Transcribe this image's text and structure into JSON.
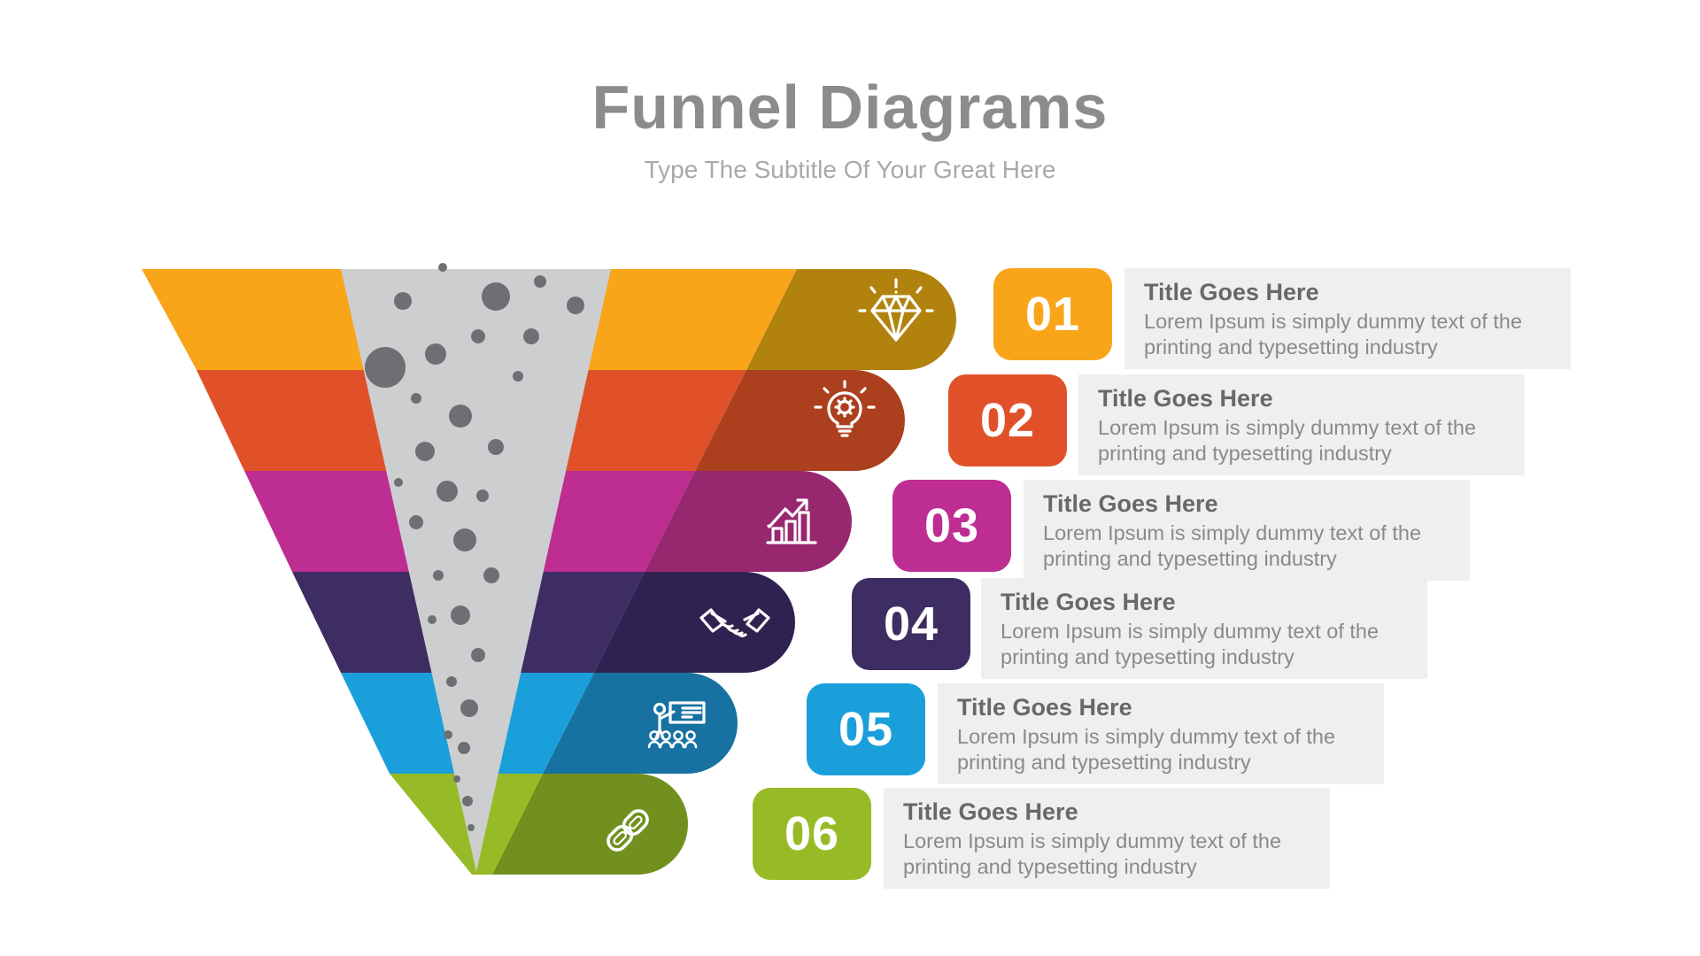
{
  "header": {
    "title": "Funnel Diagrams",
    "subtitle": "Type The Subtitle Of Your Great Here"
  },
  "colors": {
    "background": "#ffffff",
    "funnel_channel": "#cdced0",
    "bubble": "#6e6f72",
    "text_block_bg": "#efefef",
    "title_text": "#8a8c8e",
    "subtitle_text": "#a9a9a9",
    "item_title_text": "#686868",
    "item_body_text": "#8a8a8a",
    "icon_stroke": "#ffffff"
  },
  "items": [
    {
      "number": "01",
      "title": "Title Goes Here",
      "body": "Lorem Ipsum is simply dummy text of the printing and typesetting industry",
      "color": "#f9a51a",
      "dark_color": "#b1820d",
      "icon": "diamond-icon"
    },
    {
      "number": "02",
      "title": "Title Goes Here",
      "body": "Lorem Ipsum is simply dummy text of the printing and typesetting industry",
      "color": "#e0512a",
      "dark_color": "#ac3f1e",
      "icon": "idea-bulb-gear-icon"
    },
    {
      "number": "03",
      "title": "Title Goes Here",
      "body": "Lorem Ipsum is simply dummy text of the printing and typesetting industry",
      "color": "#be2d92",
      "dark_color": "#97276f",
      "icon": "growth-chart-icon"
    },
    {
      "number": "04",
      "title": "Title Goes Here",
      "body": "Lorem Ipsum is simply dummy text of the printing and typesetting industry",
      "color": "#3e2d62",
      "dark_color": "#2f2250",
      "icon": "handshake-icon"
    },
    {
      "number": "05",
      "title": "Title Goes Here",
      "body": "Lorem Ipsum is simply dummy text of the printing and typesetting industry",
      "color": "#1b9fdb",
      "dark_color": "#1771a1",
      "icon": "training-presentation-icon"
    },
    {
      "number": "06",
      "title": "Title Goes Here",
      "body": "Lorem Ipsum is simply dummy text of the printing and typesetting industry",
      "color": "#97bb26",
      "dark_color": "#71901e",
      "icon": "chain-link-icon"
    }
  ]
}
